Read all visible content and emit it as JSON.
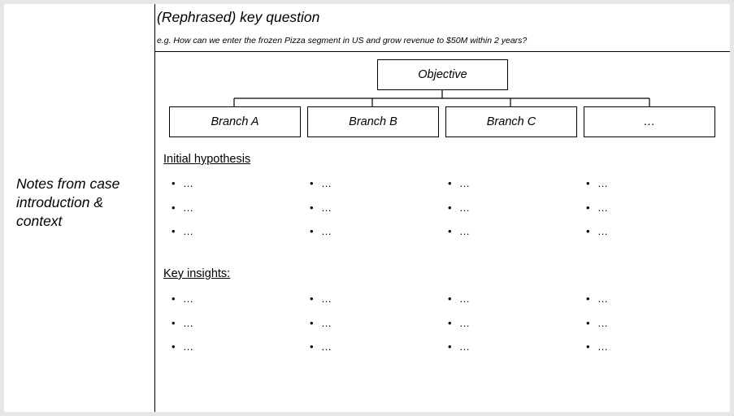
{
  "notes": "Notes from case introduction & context",
  "header": {
    "title": "(Rephrased) key question",
    "example": "e.g. How can we enter the frozen Pizza segment in US and grow revenue to $50M within 2 years?"
  },
  "tree": {
    "objective": "Objective",
    "branches": [
      "Branch A",
      "Branch B",
      "Branch C",
      "…"
    ]
  },
  "sections": {
    "hypothesis": {
      "title": "Initial hypothesis",
      "bullet_symbol": "•",
      "columns": [
        [
          "…",
          "…",
          "…"
        ],
        [
          "…",
          "…",
          "…"
        ],
        [
          "…",
          "…",
          "…"
        ],
        [
          "…",
          "…",
          "…"
        ]
      ]
    },
    "insights": {
      "title": "Key insights:",
      "bullet_symbol": "•",
      "columns": [
        [
          "…",
          "…",
          "…"
        ],
        [
          "…",
          "…",
          "…"
        ],
        [
          "…",
          "…",
          "…"
        ],
        [
          "…",
          "…",
          "…"
        ]
      ]
    }
  }
}
